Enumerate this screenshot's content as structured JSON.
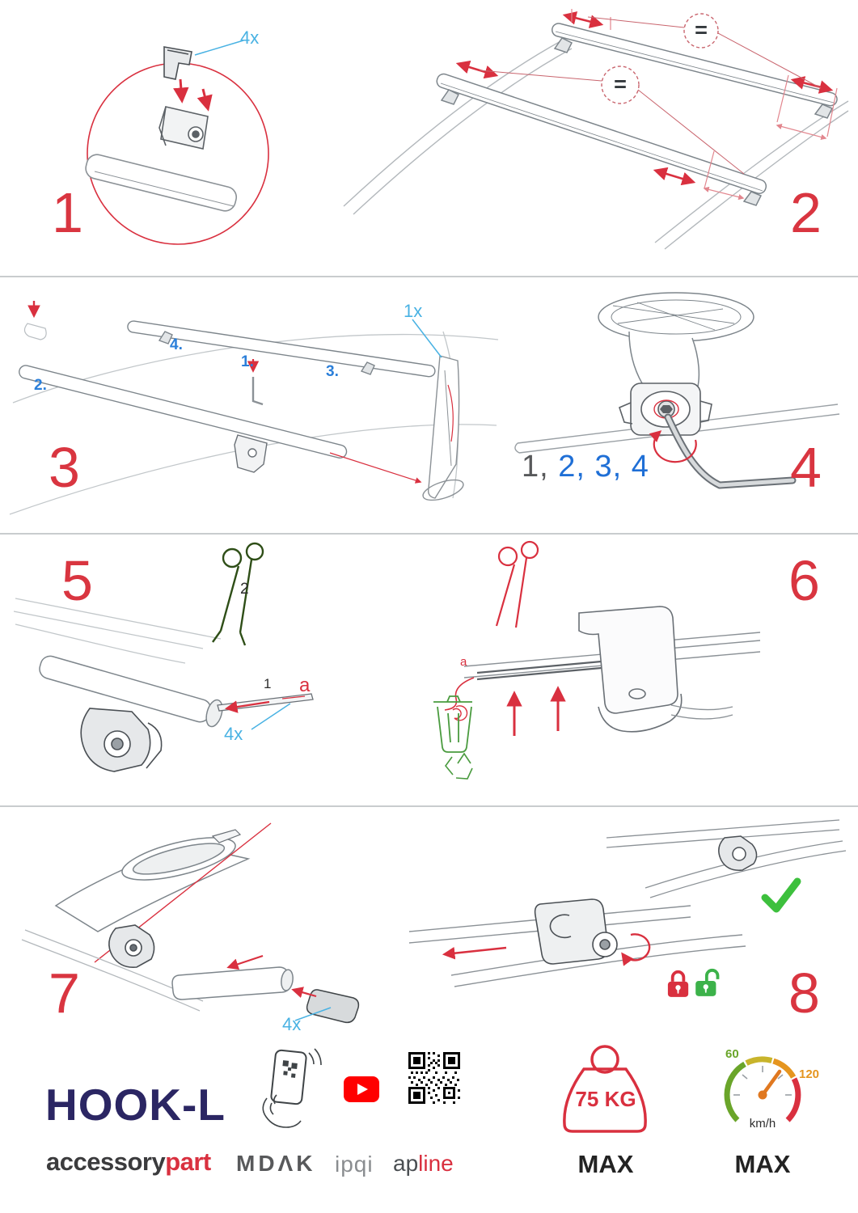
{
  "steps": {
    "one": {
      "number": "1",
      "qty": "4x"
    },
    "two": {
      "number": "2",
      "equals_a": "=",
      "equals_b": "="
    },
    "three": {
      "number": "3",
      "qty": "1x",
      "l1": "1.",
      "l2": "2.",
      "l3": "3.",
      "l4": "4."
    },
    "four": {
      "number": "4",
      "seq_gray": "1, ",
      "seq_blue": "2, 3, 4"
    },
    "five": {
      "number": "5",
      "cut_step": "2",
      "strip_step": "1",
      "dim": "a",
      "qty": "4x"
    },
    "six": {
      "number": "6",
      "dim": "a"
    },
    "seven": {
      "number": "7",
      "qty": "4x"
    },
    "eight": {
      "number": "8"
    }
  },
  "footer": {
    "product": "HOOK-L",
    "brand_a": "accessory",
    "brand_b": "part",
    "logo_mdak": "MDΛK",
    "logo_ipqi": "ipqi",
    "logo_apline_a": "ap",
    "logo_apline_b": "line",
    "weight_value": "75 KG",
    "weight_max_label": "MAX",
    "speed_min": "60",
    "speed_peak": "120",
    "speed_unit": "km/h",
    "speed_max_label": "MAX"
  },
  "icons": {
    "magnifier": "magnifier-circle-icon",
    "scissors_keep": "scissors-icon",
    "scissors_cut": "scissors-icon",
    "trash": "trash-bin-icon",
    "check": "checkmark-icon",
    "lock_closed": "lock-closed-icon",
    "lock_open": "lock-open-icon",
    "phone_scan": "phone-scan-icon",
    "youtube": "youtube-icon",
    "qr": "qr-code-icon",
    "weight": "weight-max-icon",
    "speedometer": "speedometer-icon"
  },
  "colors": {
    "accent_red": "#d9303f",
    "callout_blue": "#49b2e3",
    "sequence_blue": "#1f6fd6",
    "brand_navy": "#2b2663",
    "ok_green": "#3cb24a"
  }
}
